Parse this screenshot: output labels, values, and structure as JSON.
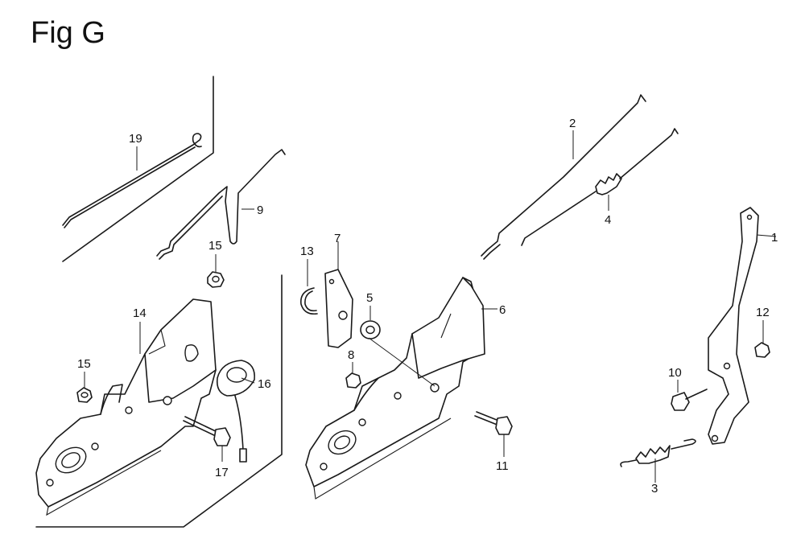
{
  "figure": {
    "title": "Fig G"
  },
  "callouts": {
    "c1": "1",
    "c2": "2",
    "c3": "3",
    "c4": "4",
    "c5": "5",
    "c6": "6",
    "c7": "7",
    "c8": "8",
    "c9": "9",
    "c10": "10",
    "c11": "11",
    "c12": "12",
    "c13": "13",
    "c14": "14",
    "c15a": "15",
    "c15b": "15",
    "c16": "16",
    "c17": "17",
    "c19": "19"
  }
}
